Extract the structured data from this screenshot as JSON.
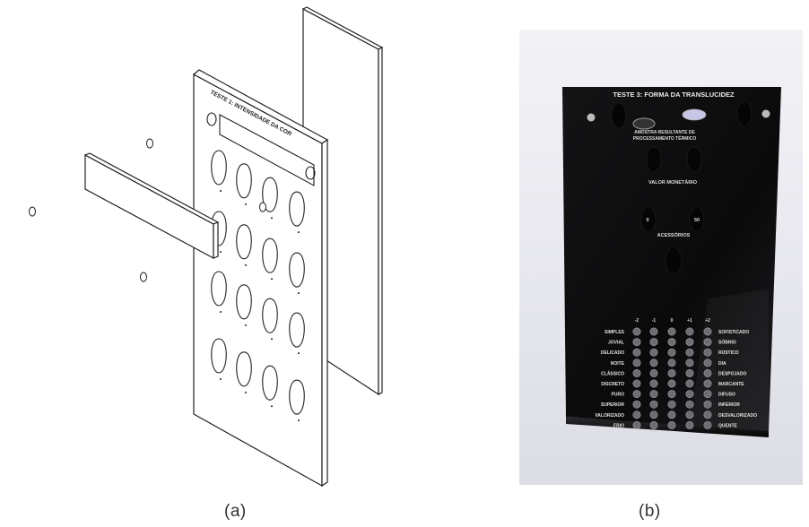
{
  "captions": {
    "a": "(a)",
    "b": "(b)"
  },
  "panel_a": {
    "title": "TESTE 1: INTENSIDADE DA COR",
    "section_labels": [
      "",
      "",
      "",
      ""
    ]
  },
  "panel_b": {
    "title": "TESTE 3: FORMA DA TRANSLUCIDEZ",
    "sample_label": "AMOSTRA RESULTANTE DE\nPROCESSAMENTO TÉRMICO",
    "value_label": "VALOR MONETÁRIO",
    "value_min": "0",
    "value_max": "50",
    "accessories_label": "ACESSÓRIOS",
    "scale_headers": [
      "-2",
      "-1",
      "0",
      "+1",
      "+2"
    ],
    "left_words": [
      "SIMPLES",
      "JOVIAL",
      "DELICADO",
      "NOITE",
      "CLÁSSICO",
      "DISCRETO",
      "PURO",
      "SUPERIOR",
      "VALORIZADO",
      "FRIO"
    ],
    "right_words": [
      "SOFISTICADO",
      "SÓBRIO",
      "RÚSTICO",
      "DIA",
      "DESPOJADO",
      "MARCANTE",
      "DIFUSO",
      "INFERIOR",
      "DESVALORIZADO",
      "QUENTE"
    ]
  }
}
